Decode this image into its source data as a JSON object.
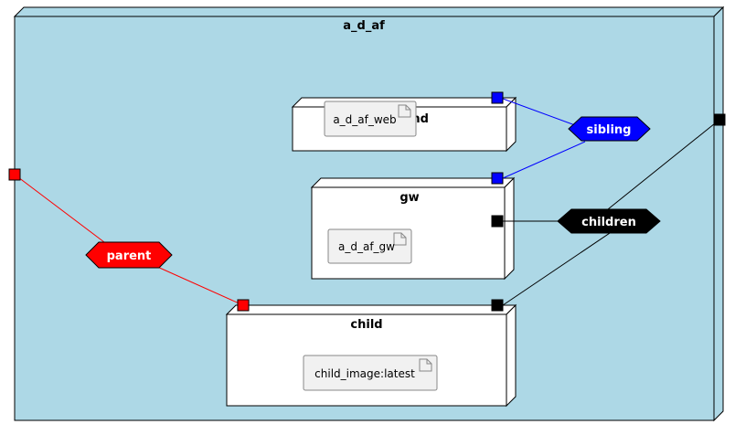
{
  "diagram": {
    "container": {
      "title": "a_d_af",
      "fill": "#add8e6"
    },
    "nodes": {
      "frontend": {
        "title": "frontend",
        "artifact": "a_d_af_web"
      },
      "gw": {
        "title": "gw",
        "artifact": "a_d_af_gw"
      },
      "child": {
        "title": "child",
        "artifact": "child_image:latest"
      }
    },
    "relations": {
      "sibling": {
        "label": "sibling",
        "color": "#0000ff"
      },
      "children": {
        "label": "children",
        "color": "#000000"
      },
      "parent": {
        "label": "parent",
        "color": "#ff0000"
      }
    }
  }
}
